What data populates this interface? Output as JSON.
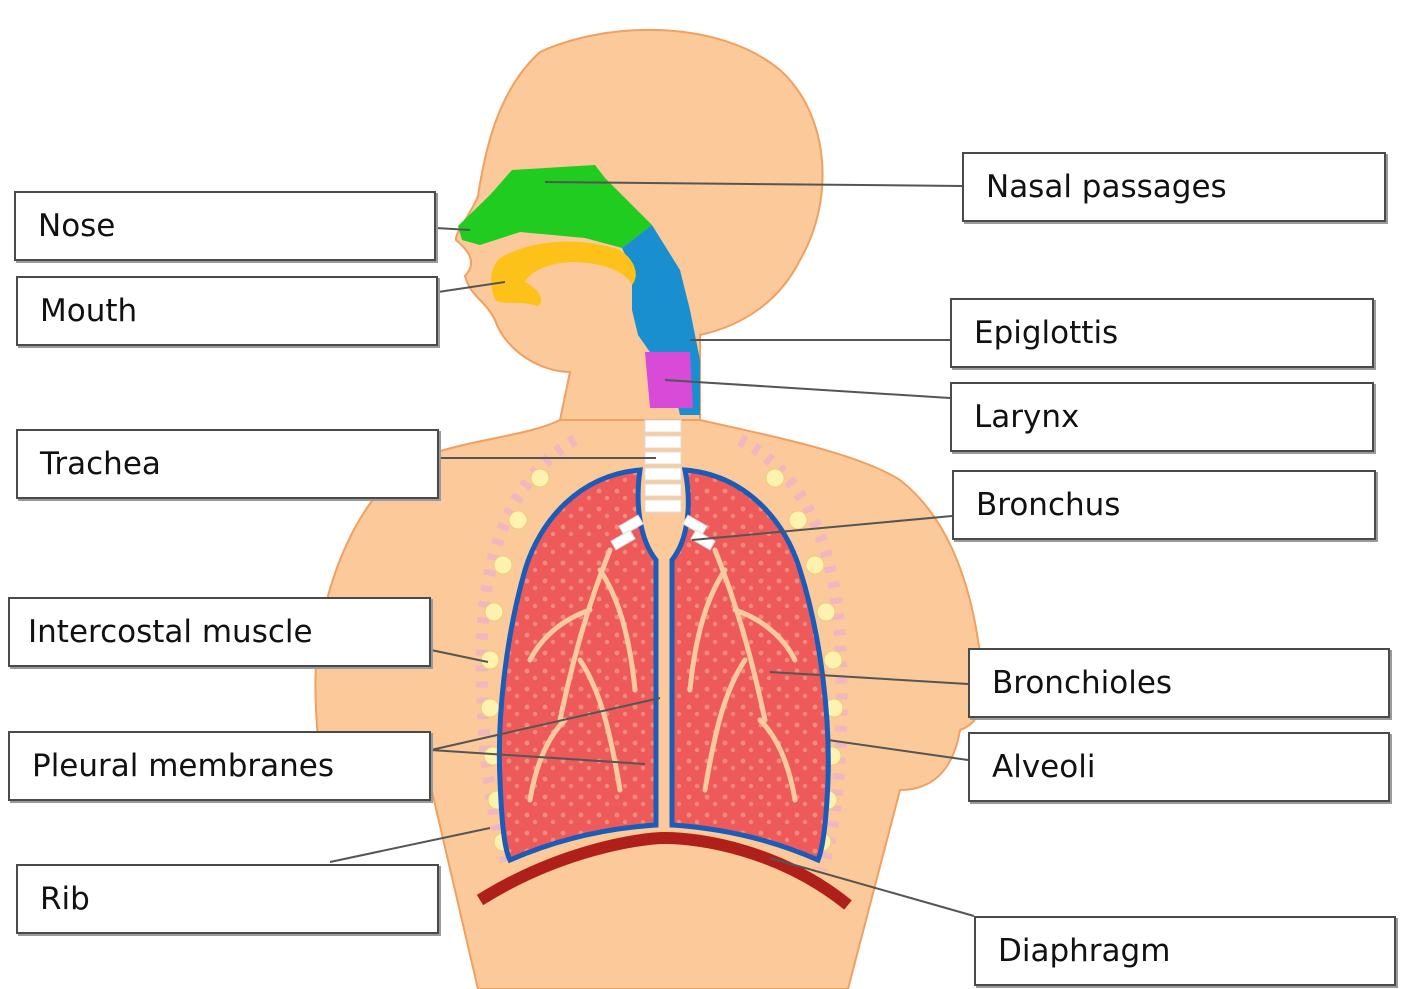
{
  "labels": {
    "nose": "Nose",
    "mouth": "Mouth",
    "trachea": "Trachea",
    "intercostal_muscle": "Intercostal muscle",
    "pleural_membranes": "Pleural membranes",
    "rib": "Rib",
    "nasal_passages": "Nasal passages",
    "epiglottis": "Epiglottis",
    "larynx": "Larynx",
    "bronchus": "Bronchus",
    "bronchioles": "Bronchioles",
    "alveoli": "Alveoli",
    "diaphragm": "Diaphragm"
  },
  "colors": {
    "skin": "#fcc99a",
    "skin_outline": "#f0a060",
    "nasal": "#1fcc1f",
    "mouth": "#fcc21a",
    "pharynx": "#1a8fd0",
    "larynx": "#d84ad8",
    "lung": "#ee5a5a",
    "lung_outline": "#1a5cb8",
    "diaphragm": "#b0201a",
    "rib": "#fff1b0"
  }
}
